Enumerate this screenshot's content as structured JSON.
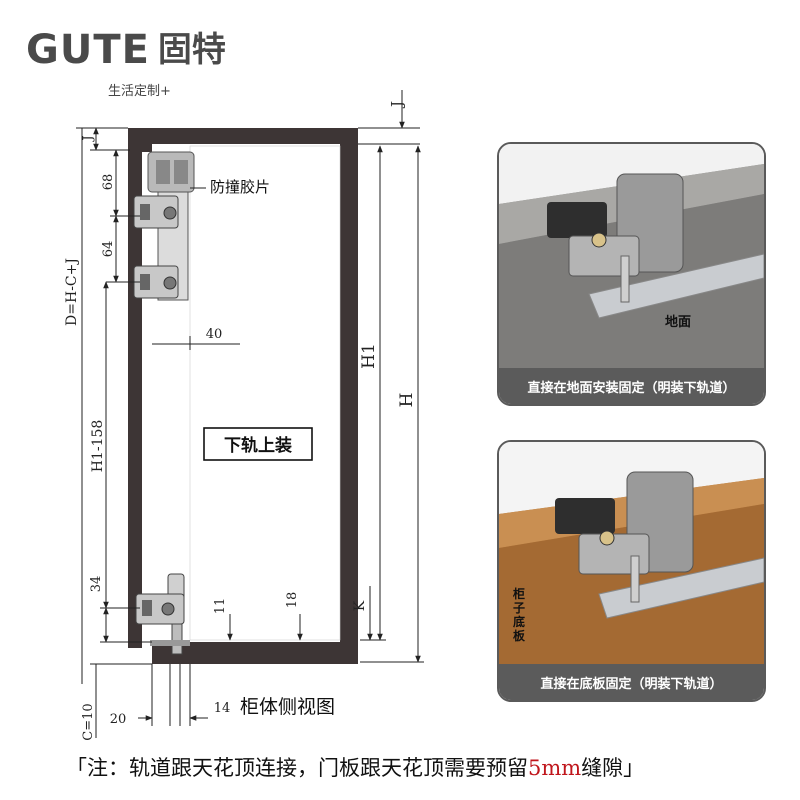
{
  "brand": {
    "name_en": "GUTE",
    "name_cn": "固特",
    "slogan": "生活定制+"
  },
  "diagram": {
    "dim_labels": {
      "j_top": "J",
      "j_side": "J",
      "d": "D=H-C+J",
      "h1": "H1",
      "h": "H",
      "d68": "68",
      "d64": "64",
      "d40": "40",
      "h1_158": "H1-158",
      "d34": "34",
      "d11": "11",
      "d18": "18",
      "k": "K",
      "c10": "C=10",
      "d20": "20",
      "d14": "14"
    },
    "bumper_label": "防撞胶片",
    "mount_label": "下轨上装",
    "view_label": "柜体侧视图"
  },
  "photos": [
    {
      "surface_label": "地面",
      "caption": "直接在地面安装固定（明装下轨道）"
    },
    {
      "surface_label": "柜子底板",
      "caption": "直接在底板固定（明装下轨道）"
    }
  ],
  "note": {
    "prefix": "「注：轨道跟天花顶连接，门板跟天花顶需要预留",
    "highlight": "5mm",
    "suffix": "缝隙」"
  },
  "colors": {
    "panel": "#3d3535",
    "accent": "#c0161c",
    "caption_bg": "#5b5b5b"
  }
}
